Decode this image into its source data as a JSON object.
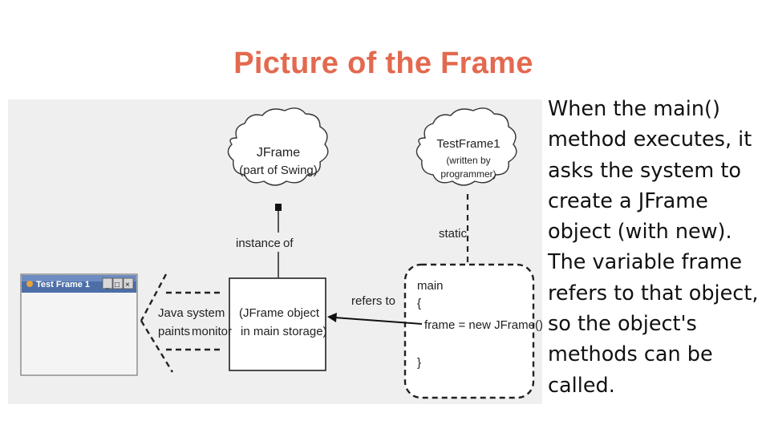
{
  "slide": {
    "title": "Picture of the Frame",
    "text_lines": [
      "When the main()",
      "method executes, it",
      "asks the system to",
      "create a JFrame",
      "object (with new).",
      "The variable frame",
      "refers to that object,",
      "so the object's",
      "methods can be",
      "called."
    ]
  },
  "diagram": {
    "cloud_jframe": {
      "line1": "JFrame",
      "line2": "(part of Swing)"
    },
    "cloud_testframe": {
      "line1": "TestFrame1",
      "line2": "(written by",
      "line3": "programmer)"
    },
    "label_instance": "instance",
    "label_of": "of",
    "label_static": "static",
    "label_refers_to": "refers to",
    "label_java_system": "Java system",
    "label_paints": "paints",
    "label_monitor": "monitor",
    "jframe_object_line1": "(JFrame object",
    "jframe_object_line2": "in main storage)",
    "code_main": "main",
    "code_open": "{",
    "code_stmt": "frame = new JFrame()",
    "code_close": "}",
    "window_title": "Test Frame 1",
    "window_buttons": [
      "_",
      "□",
      "×"
    ]
  }
}
